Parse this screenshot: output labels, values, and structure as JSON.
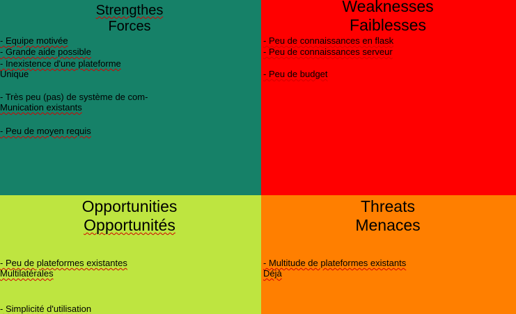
{
  "colors": {
    "strengths": "#168168",
    "weaknesses": "#ff0000",
    "opportunities": "#bee540",
    "threats": "#ff7f00",
    "spellcheck": "#d40000"
  },
  "strengths": {
    "title_en": "Strengthes",
    "title_fr": "Forces",
    "lines": [
      "- Equipe motivée",
      "- Grande aide possible",
      "- Inexistence d'une plateforme",
      "Unique",
      "- Très peu (pas) de système de com-",
      "Munication existants",
      "- Peu de moyen requis"
    ]
  },
  "weaknesses": {
    "title_en": "Weaknesses",
    "title_fr": "Faiblesses",
    "lines": [
      "- Peu de connaissances en flask",
      "- Peu de connaissances serveur",
      "- Peu de budget"
    ]
  },
  "opportunities": {
    "title_en": "Opportunities",
    "title_fr": "Opportunités",
    "lines": [
      "- Peu de plateformes existantes",
      "Multilatérales",
      "- Simplicité d'utilisation"
    ]
  },
  "threats": {
    "title_en": "Threats",
    "title_fr": "Menaces",
    "lines": [
      "- Multitude de plateformes existants",
      "Déjà"
    ]
  }
}
